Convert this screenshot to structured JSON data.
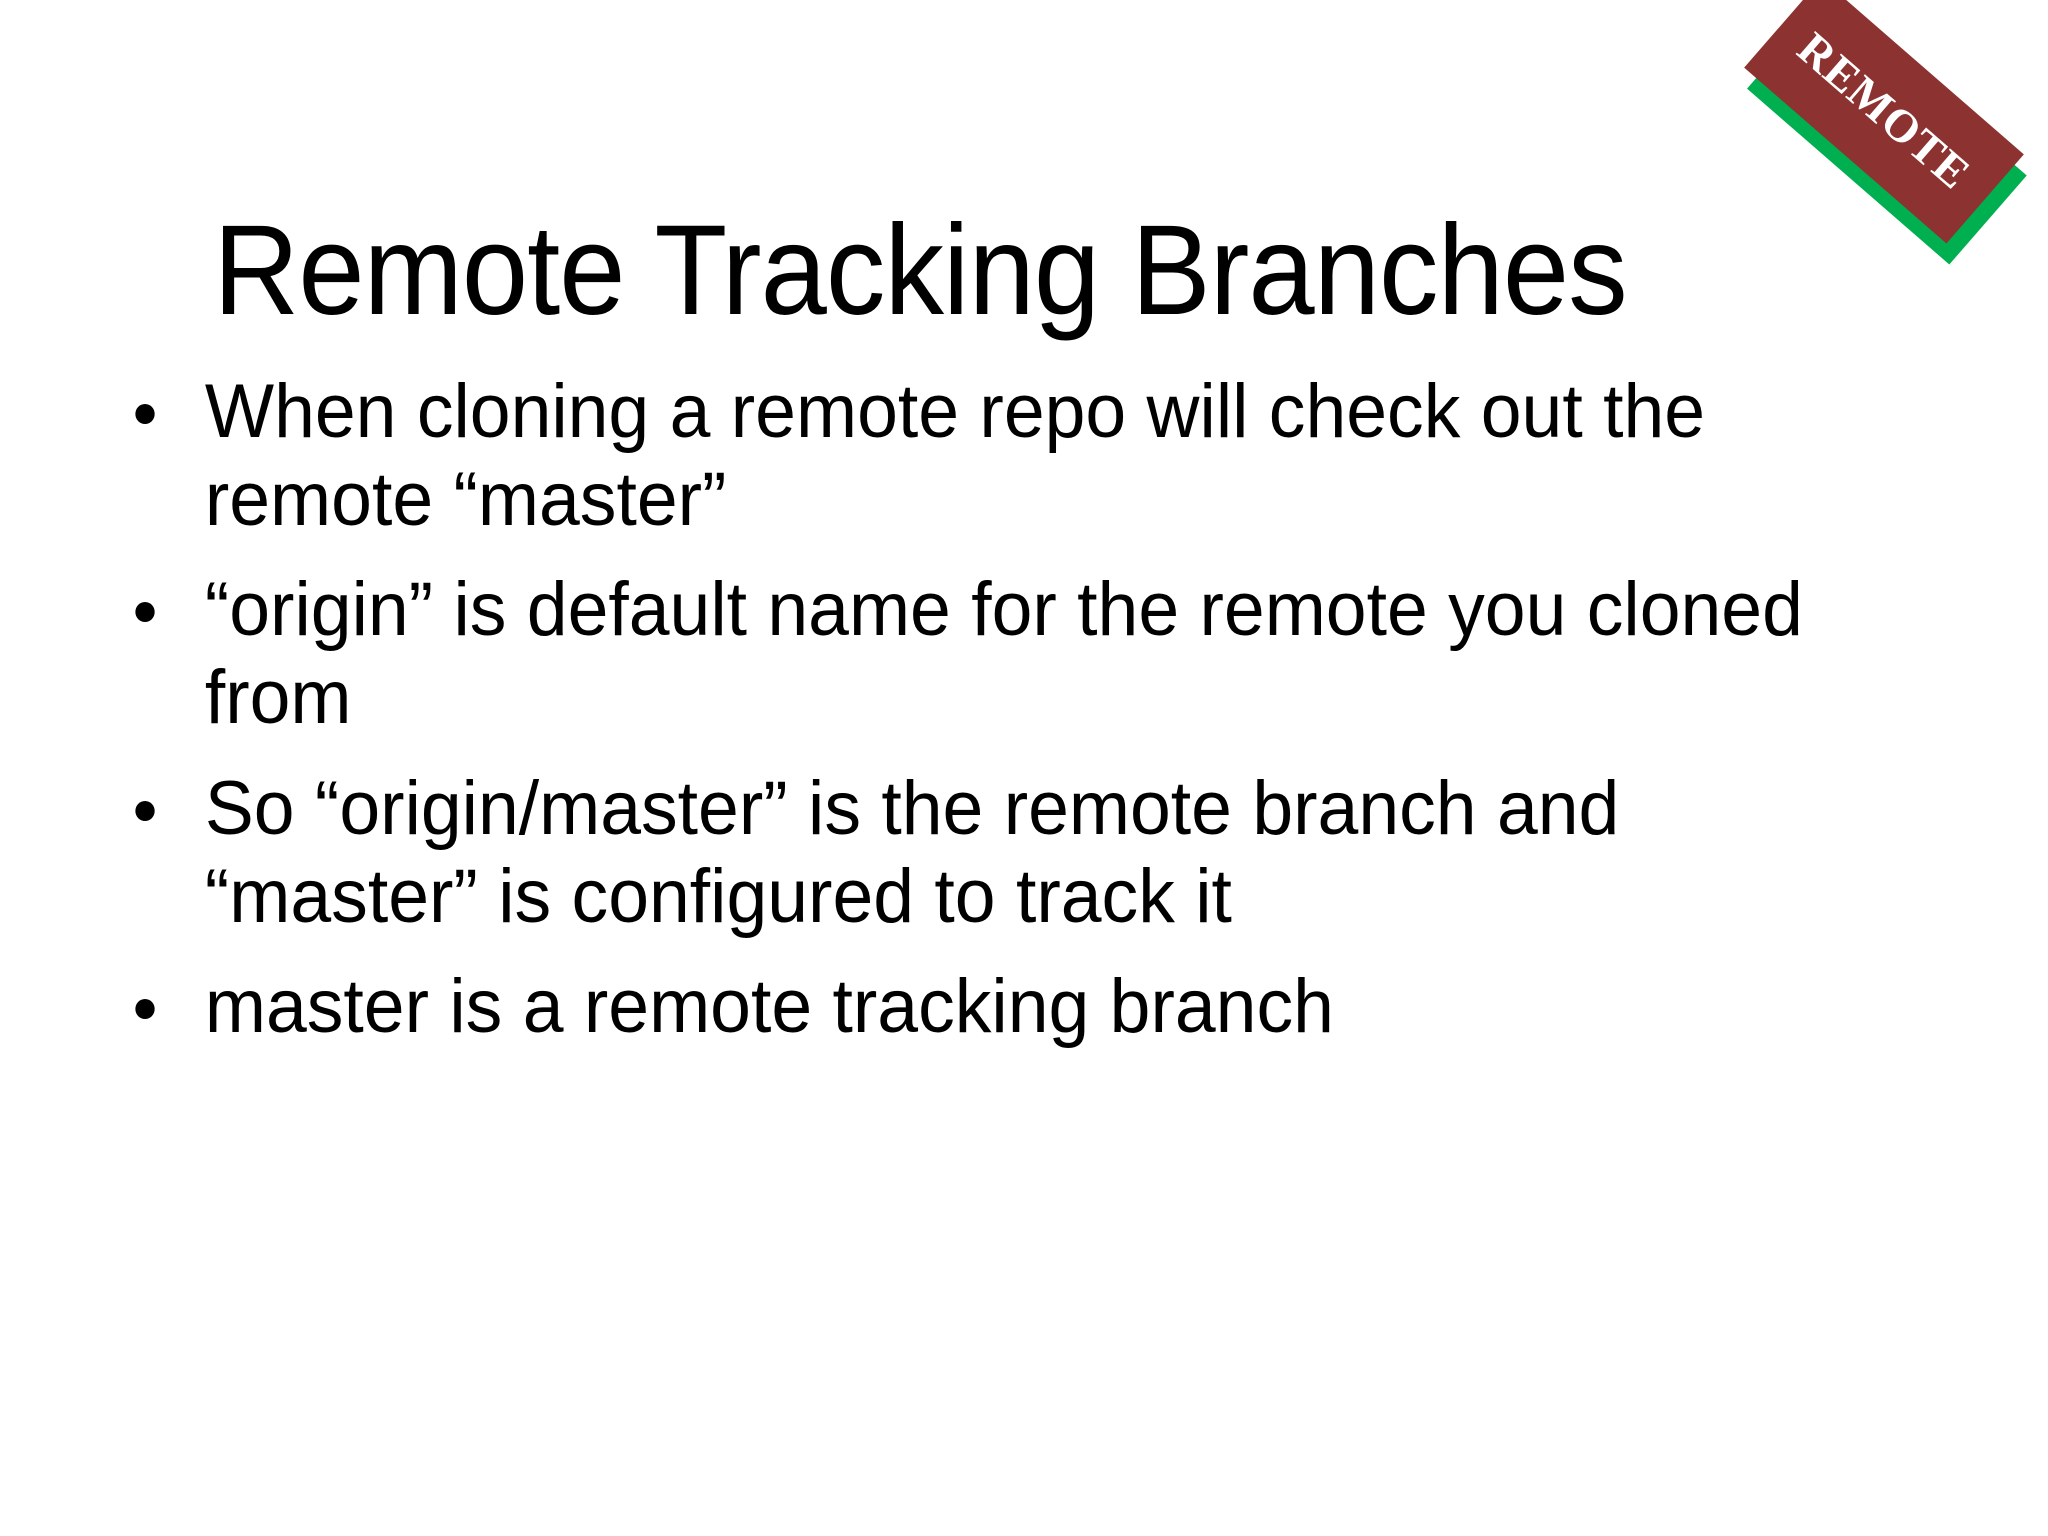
{
  "slide": {
    "title": "Remote Tracking Branches",
    "background_color": "#FFFFFF",
    "text_color": "#000000",
    "bullets": [
      {
        "text": "When cloning a remote repo will check out the remote “master”"
      },
      {
        "text": "“origin” is default name for the remote you cloned from"
      },
      {
        "text": "So “origin/master” is the remote branch and “master” is configured to track it"
      },
      {
        "text": "master is a remote tracking branch"
      }
    ],
    "badge": {
      "label": "REMOTE",
      "front_color": "#8C3230",
      "back_color": "#00B050",
      "label_color": "#FFFFFF"
    }
  }
}
